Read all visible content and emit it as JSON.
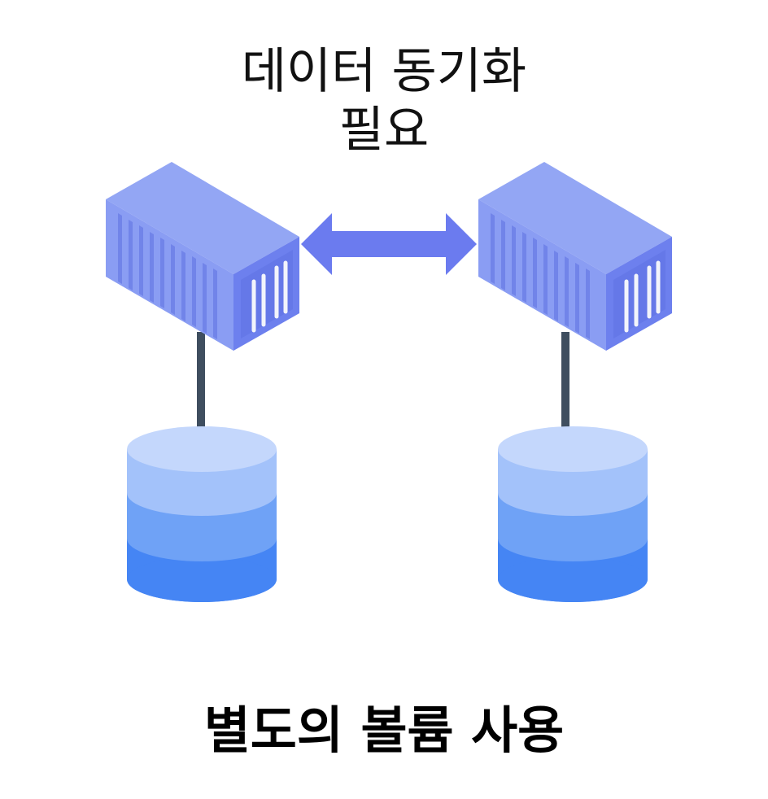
{
  "caption_top": {
    "line1": "데이터 동기화",
    "line2": "필요"
  },
  "caption_bottom": "별도의 볼륨 사용",
  "nodes": [
    {
      "id": "left",
      "container_icon": "shipping-container-icon",
      "storage_icon": "database-cylinder-icon"
    },
    {
      "id": "right",
      "container_icon": "shipping-container-icon",
      "storage_icon": "database-cylinder-icon"
    }
  ],
  "link_icon": "double-headed-arrow-icon",
  "colors": {
    "container_top": "#93A6F4",
    "container_front": "#8A9DF3",
    "container_side": "#6D80EE",
    "container_ribs": "#5C6FE0",
    "arrow": "#6B7BEF",
    "connector": "#3F4E5F",
    "disk_top": "#C4D7FC",
    "disk_band1": "#A3C2FA",
    "disk_band2": "#6FA2F6",
    "disk_band3": "#4585F4"
  }
}
